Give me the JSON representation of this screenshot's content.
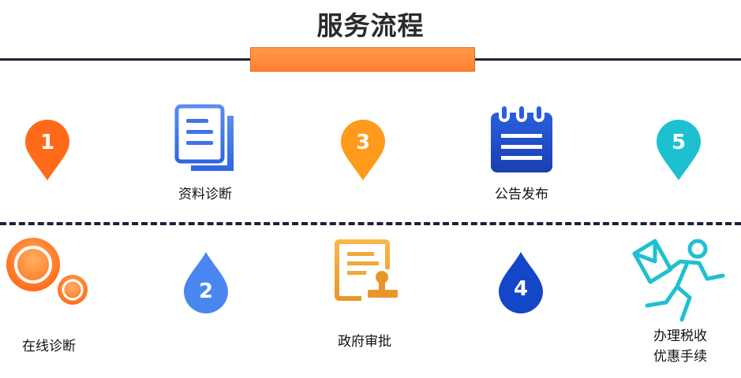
{
  "title": "服务流程",
  "steps": {
    "s1": {
      "number": "1",
      "color": "#ff6a1a"
    },
    "s2": {
      "number": "2",
      "color": "#4a86f0"
    },
    "s3": {
      "number": "3",
      "color": "#ff9a1a"
    },
    "s4": {
      "number": "4",
      "color": "#1446c8"
    },
    "s5": {
      "number": "5",
      "color": "#1cc0d0"
    }
  },
  "stages": {
    "document_review": {
      "label": "资料诊断"
    },
    "public_notice": {
      "label": "公告发布"
    },
    "online_diagnosis": {
      "label": "在线诊断"
    },
    "gov_approval": {
      "label": "政府审批"
    },
    "tax_benefit": {
      "label_line1": "办理税收",
      "label_line2": "优惠手续"
    }
  },
  "colors": {
    "title_text": "#2b2b2b",
    "line": "#1d1f3a",
    "accent_orange": "#ff8030"
  },
  "icons": {
    "document_review": "document-stack-icon",
    "public_notice": "notepad-icon",
    "online_diagnosis": "circles-icon",
    "gov_approval": "certificate-stamp-icon",
    "tax_benefit": "runner-envelope-icon"
  }
}
